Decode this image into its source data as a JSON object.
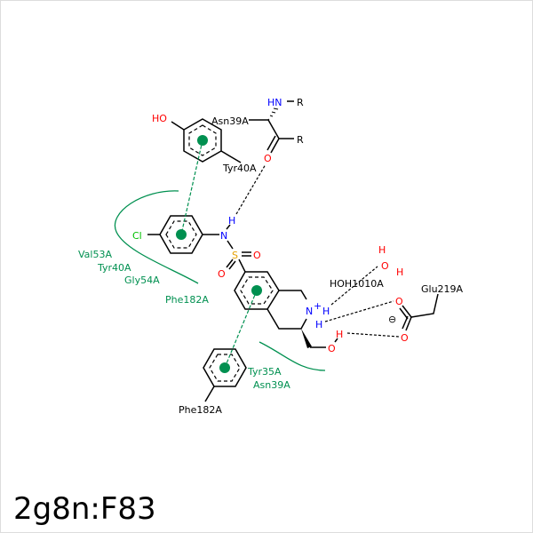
{
  "title": "2g8n:F83",
  "colors": {
    "nitrogen": "#0000ff",
    "oxygen": "#ff0000",
    "sulfur": "#e6a000",
    "chlorine": "#00c000",
    "interaction": "#009050"
  },
  "residues": {
    "tyr40_top": "Tyr40A",
    "asn39_top": "Asn39A",
    "hoh": "HOH1010A",
    "glu219": "Glu219A",
    "phe182_bottom": "Phe182A"
  },
  "hydrophobic_labels_1": [
    "Val53A",
    "Tyr40A",
    "Gly54A",
    "Phe182A"
  ],
  "hydrophobic_labels_2": [
    "Tyr35A",
    "Asn39A"
  ],
  "atoms": {
    "ho": "HO",
    "hn": "HN",
    "r": "R",
    "o": "O",
    "h": "H",
    "n": "N",
    "s": "S",
    "cl": "Cl",
    "plus": "+",
    "minus": "⊖"
  }
}
